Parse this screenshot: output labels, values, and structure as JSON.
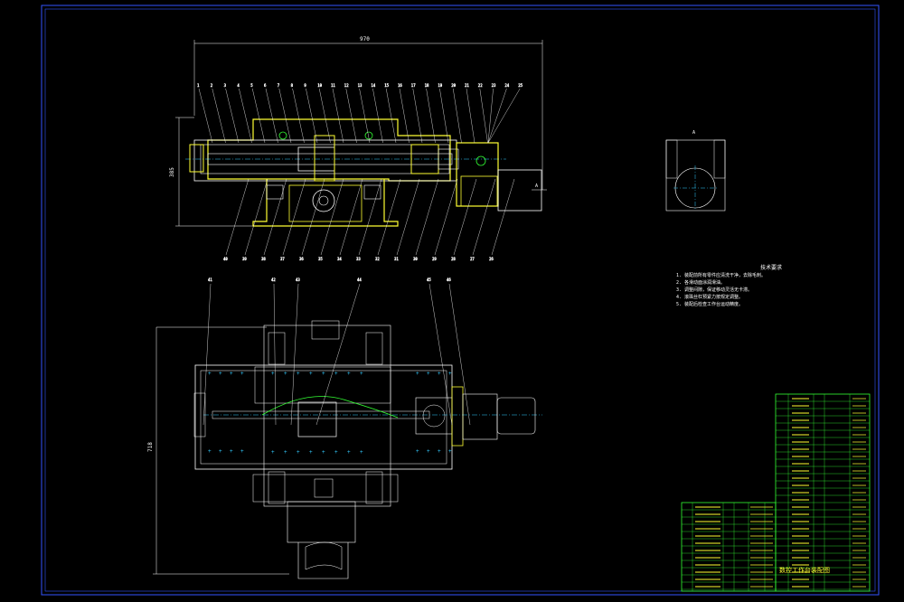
{
  "drawing": {
    "dimensions": {
      "top_width": "970",
      "top_height": "385",
      "bottom_height": "718"
    },
    "view_label": "A",
    "arrow_label": "A",
    "leader_numbers_top": [
      "1",
      "2",
      "3",
      "4",
      "5",
      "6",
      "7",
      "8",
      "9",
      "10",
      "11",
      "12",
      "13",
      "14",
      "15",
      "16",
      "17",
      "18",
      "19",
      "20",
      "21",
      "22",
      "23",
      "24",
      "25"
    ],
    "leader_numbers_bottom": [
      "40",
      "39",
      "38",
      "37",
      "36",
      "35",
      "34",
      "33",
      "32",
      "31",
      "30",
      "29",
      "28",
      "27",
      "26"
    ],
    "leader_numbers_plan": [
      "41",
      "42",
      "43",
      "44",
      "45",
      "46"
    ]
  },
  "technical_notes": {
    "title": "技术要求",
    "lines": [
      "1. 装配前所有零件应清洗干净，去除毛刺。",
      "2. 各滑动面涂润滑油。",
      "3. 调整间隙，保证移动灵活无卡滞。",
      "4. 滚珠丝杠预紧力按规定调整。",
      "5. 装配后检查工作台运动精度。"
    ]
  },
  "title_block": {
    "title": "数控工作台装配图"
  },
  "colors": {
    "bg": "#000000",
    "line_white": "#ffffff",
    "yellow": "#ffff33",
    "green": "#33ff33",
    "cyan": "#33ccff",
    "frame_blue": "#3355ff"
  }
}
